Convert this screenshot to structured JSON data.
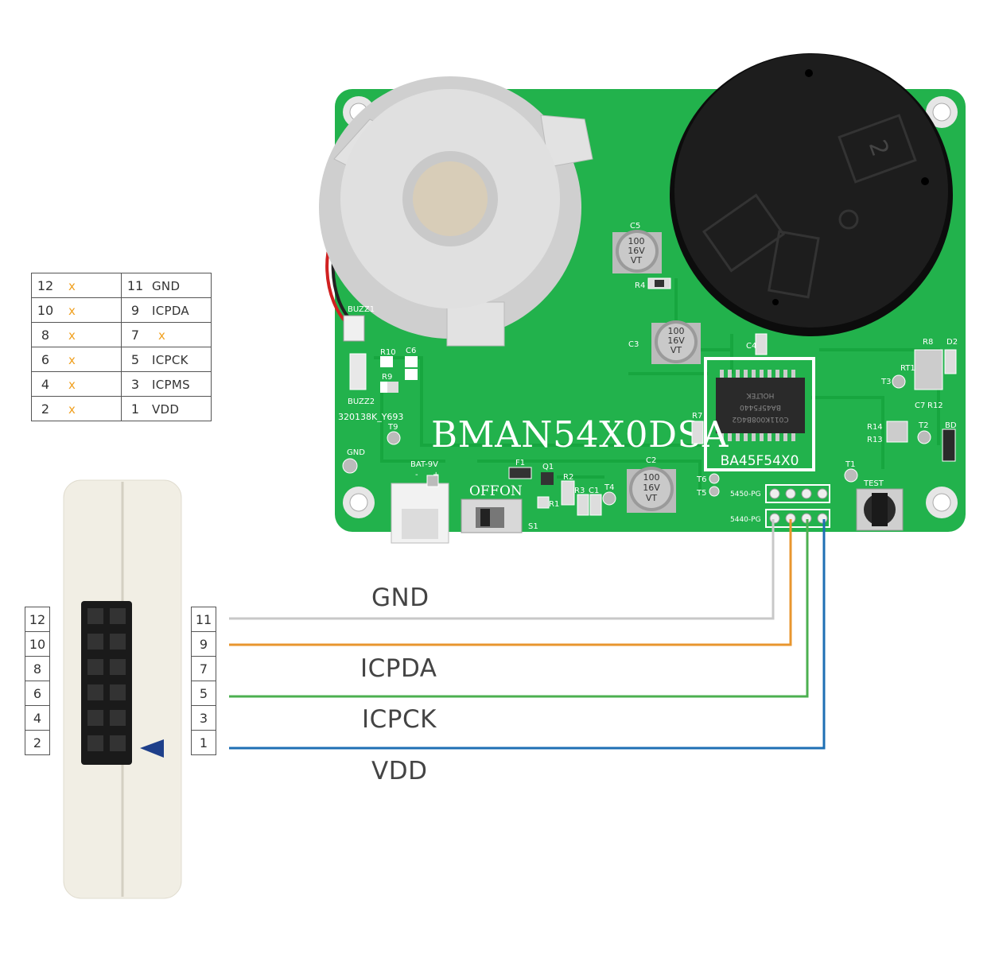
{
  "pinout_table": [
    {
      "left_num": "12",
      "left_sig": "x",
      "right_num": "11",
      "right_sig": "GND"
    },
    {
      "left_num": "10",
      "left_sig": "x",
      "right_num": "9",
      "right_sig": "ICPDA"
    },
    {
      "left_num": "8",
      "left_sig": "x",
      "right_num": "7",
      "right_sig": "x"
    },
    {
      "left_num": "6",
      "left_sig": "x",
      "right_num": "5",
      "right_sig": "ICPCK"
    },
    {
      "left_num": "4",
      "left_sig": "x",
      "right_num": "3",
      "right_sig": "ICPMS"
    },
    {
      "left_num": "2",
      "left_sig": "x",
      "right_num": "1",
      "right_sig": "VDD"
    }
  ],
  "programmer": {
    "left_pins": [
      "12",
      "10",
      "8",
      "6",
      "4",
      "2"
    ],
    "right_pins": [
      "11",
      "9",
      "7",
      "5",
      "3",
      "1"
    ]
  },
  "wires": {
    "gnd": {
      "label": "GND",
      "color": "#c8c8c8"
    },
    "icpda": {
      "label": "ICPDA",
      "color": "#e8962e"
    },
    "icpck": {
      "label": "ICPCK",
      "color": "#4cb050"
    },
    "vdd": {
      "label": "VDD",
      "color": "#1e6fb4"
    }
  },
  "board": {
    "title": "BMAN54X0DSA",
    "chip_label": "BA45F54X0",
    "chip_marking_1": "HOLTEK",
    "chip_marking_2": "BA45F5440",
    "chip_marking_3": "C011K008B4G2",
    "header_5450": "5450-PG",
    "header_5440": "5440-PG",
    "serial": "320138K_Y693",
    "switch_off": "OFF",
    "switch_on": "ON",
    "battery": "BAT-9V",
    "battery_minus": "-",
    "battery_plus": "+",
    "test": "TEST",
    "gnd_pad": "GND",
    "buzz1": "BUZZ1",
    "buzz2": "BUZZ2",
    "cap_value": "100",
    "cap_voltage": "16V",
    "cap_vt": "VT",
    "sensor_number": "2",
    "silk": {
      "c5": "C5",
      "c3": "C3",
      "c2": "C2",
      "c4": "C4",
      "c6": "C6",
      "c7": "C7",
      "c1": "C1",
      "r4": "R4",
      "r10": "R10",
      "r9": "R9",
      "r7": "R7",
      "r8": "R8",
      "r12": "R12",
      "r13": "R13",
      "r14": "R14",
      "r2": "R2",
      "r3": "R3",
      "r1": "R1",
      "rt1": "RT1",
      "d2": "D2",
      "t3": "T3",
      "t2": "T2",
      "t1": "T1",
      "t4": "T4",
      "t5": "T5",
      "t6": "T6",
      "t9": "T9",
      "bd": "BD",
      "f1": "F1",
      "q1": "Q1",
      "s1": "S1"
    }
  },
  "colors": {
    "pcb": "#22b24c",
    "pcb_dark": "#12902f",
    "buzzer": "#dcdcdc",
    "sensor": "#1d1d1d",
    "programmer_body": "#f1eee4",
    "x_mark": "#f0a020"
  }
}
